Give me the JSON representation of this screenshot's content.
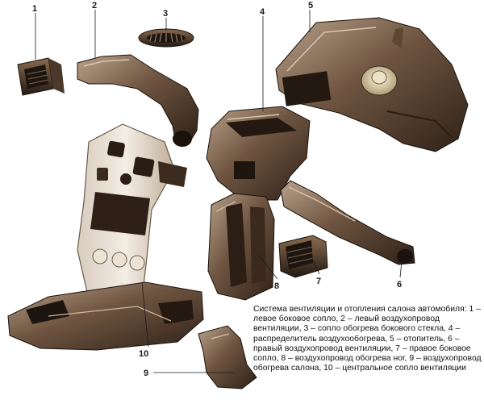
{
  "labels": {
    "n1": "1",
    "n2": "2",
    "n3": "3",
    "n4": "4",
    "n5": "5",
    "n6": "6",
    "n7": "7",
    "n8": "8",
    "n9": "9",
    "n10": "10"
  },
  "caption": "Система вентиляции и отопления салона автомобиля: 1 – левое боковое сопло, 2 – левый воздухопровод вентиляции, 3 – сопло обогрева бокового стекла, 4 – распределитель воздухообогрева, 5 – отопитель, 6 – правый воздухопровод вентиляции, 7 – правое боковое сопло, 8 – воздухопровод обогрева ног, 9 – воздухопровод обогрева салона, 10 – центральное сопло вентиляции"
}
